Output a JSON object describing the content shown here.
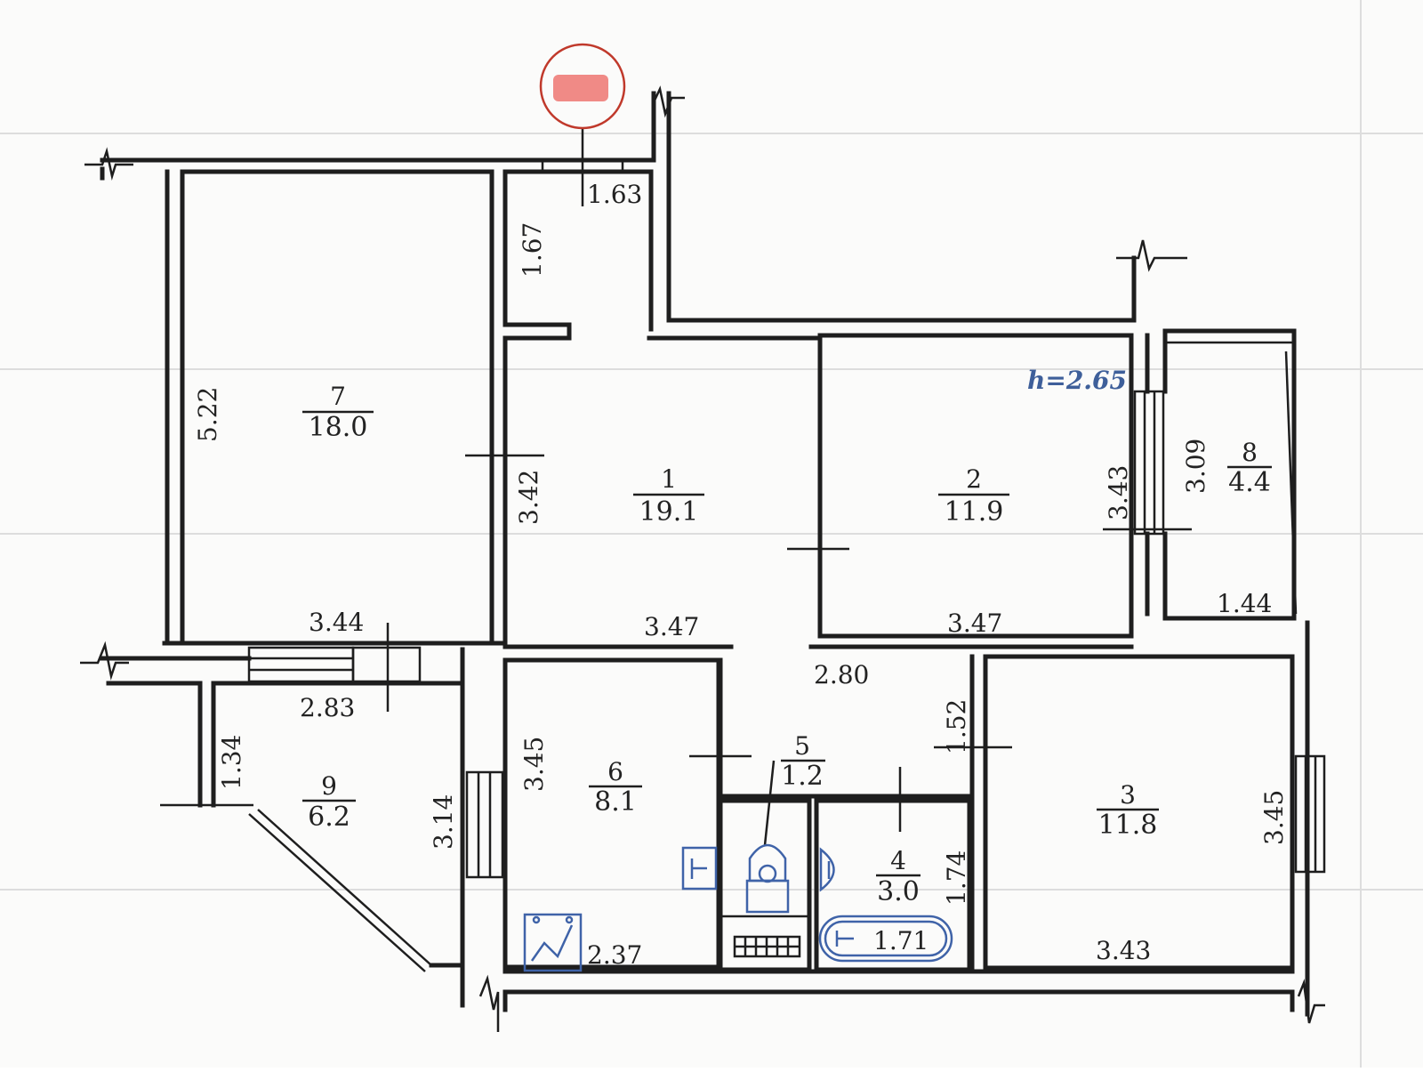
{
  "plan": {
    "ceiling_height": "h=2.65",
    "rooms": [
      {
        "id": "room-1",
        "number": "1",
        "area": "19.1"
      },
      {
        "id": "room-2",
        "number": "2",
        "area": "11.9"
      },
      {
        "id": "room-3",
        "number": "3",
        "area": "11.8"
      },
      {
        "id": "room-4",
        "number": "4",
        "area": "3.0"
      },
      {
        "id": "room-5",
        "number": "5",
        "area": "1.2"
      },
      {
        "id": "room-6",
        "number": "6",
        "area": "8.1"
      },
      {
        "id": "room-7",
        "number": "7",
        "area": "18.0"
      },
      {
        "id": "room-8",
        "number": "8",
        "area": "4.4"
      },
      {
        "id": "room-9",
        "number": "9",
        "area": "6.2"
      }
    ],
    "dimensions": {
      "d_1_63": "1.63",
      "d_1_67": "1.67",
      "d_5_22": "5.22",
      "d_3_42": "3.42",
      "d_3_44": "3.44",
      "d_3_47_hall": "3.47",
      "d_3_47_room2": "3.47",
      "d_3_43_room2": "3.43",
      "d_3_09": "3.09",
      "d_1_44": "1.44",
      "d_2_83": "2.83",
      "d_1_34": "1.34",
      "d_3_14": "3.14",
      "d_3_45_room6": "3.45",
      "d_2_80": "2.80",
      "d_1_52": "1.52",
      "d_1_74": "1.74",
      "d_1_71": "1.71",
      "d_2_37": "2.37",
      "d_3_43_room3": "3.43",
      "d_3_45_room3": "3.45"
    }
  },
  "colors": {
    "wall": "#1e1e1e",
    "fixture": "#3f63a8",
    "marker_fill": "#f08a86",
    "marker_ring": "#c0392b"
  },
  "icons": {
    "marker": "redacted-marker-icon",
    "toilet": "toilet-icon",
    "sink": "sink-icon",
    "bathtub": "bathtub-icon",
    "stove": "stove-icon",
    "radiator": "radiator-icon"
  }
}
